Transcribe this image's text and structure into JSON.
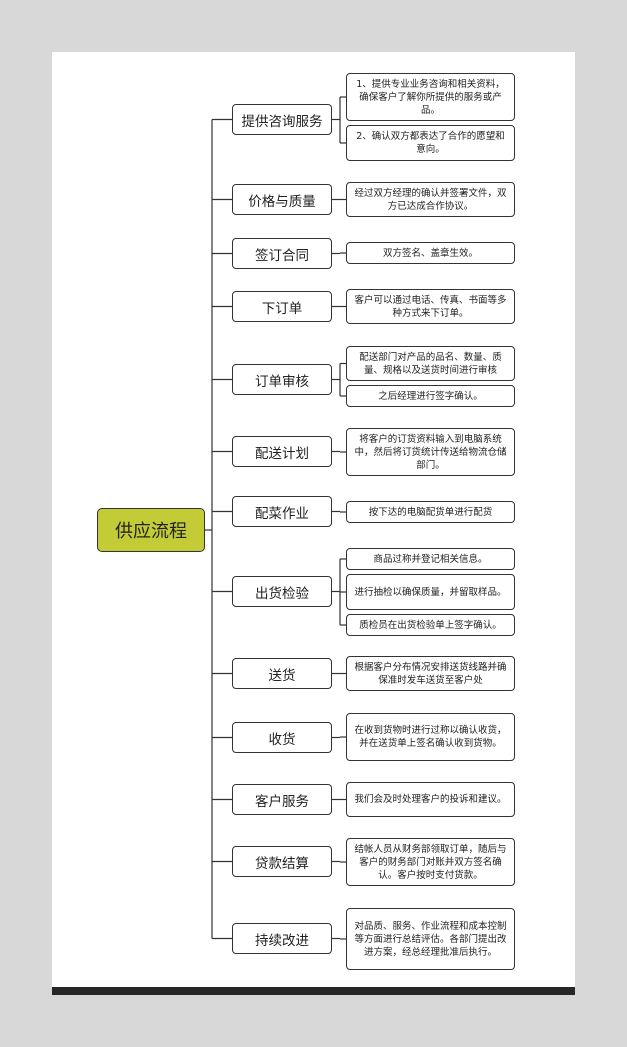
{
  "root": {
    "label": "供应流程"
  },
  "branches": [
    {
      "label": "提供咨询服务",
      "details": [
        "1、提供专业业务咨询和相关资料，确保客户了解你所提供的服务或产品。",
        "2、确认双方都表达了合作的愿望和意向。"
      ]
    },
    {
      "label": "价格与质量",
      "details": [
        "经过双方经理的确认并签署文件，双方已达成合作协议。"
      ]
    },
    {
      "label": "签订合同",
      "details": [
        "双方签名、盖章生效。"
      ]
    },
    {
      "label": "下订单",
      "details": [
        "客户可以通过电话、传真、书面等多种方式来下订单。"
      ]
    },
    {
      "label": "订单审核",
      "details": [
        "配送部门对产品的品名、数量、质量、规格以及送货时间进行审核",
        "之后经理进行签字确认。"
      ]
    },
    {
      "label": "配送计划",
      "details": [
        "将客户的订货资料输入到电脑系统中，然后将订货统计传送给物流仓储部门。"
      ]
    },
    {
      "label": "配菜作业",
      "details": [
        "按下达的电脑配货单进行配货"
      ]
    },
    {
      "label": "出货检验",
      "details": [
        "商品过称并登记相关信息。",
        "进行抽检以确保质量，并留取样品。",
        "质检员在出货检验单上签字确认。"
      ]
    },
    {
      "label": "送货",
      "details": [
        "根据客户分布情况安排送货线路并确保准时发车送货至客户处"
      ]
    },
    {
      "label": "收货",
      "details": [
        "在收到货物时进行过称以确认收货，并在送货单上签名确认收到货物。"
      ]
    },
    {
      "label": "客户服务",
      "details": [
        "我们会及时处理客户的投诉和建议。"
      ]
    },
    {
      "label": "贷款结算",
      "details": [
        "结帐人员从财务部领取订单，随后与客户的财务部门对账并双方签名确认。客户按时支付货款。"
      ]
    }
  ],
  "last_branch": {
    "label": "持续改进",
    "detail": "对品质、服务、作业流程和成本控制等方面进行总结评估。各部门提出改进方案，经总经理批准后执行。"
  }
}
